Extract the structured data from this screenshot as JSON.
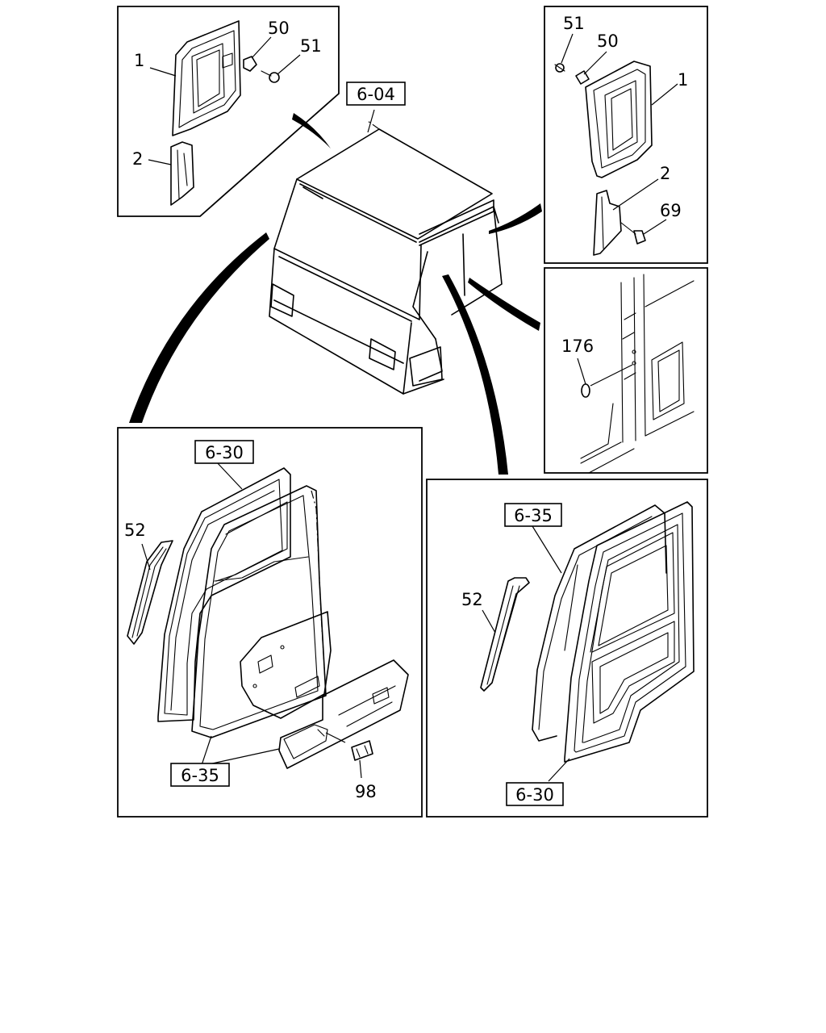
{
  "refs": {
    "cab_ref": "6-04",
    "door_left_top": "6-30",
    "door_left_bottom": "6-35",
    "door_right_top": "6-35",
    "door_right_bottom": "6-30"
  },
  "callouts": {
    "tl_1": "1",
    "tl_2": "2",
    "tl_50": "50",
    "tl_51": "51",
    "tr_51": "51",
    "tr_50": "50",
    "tr_1": "1",
    "tr_2": "2",
    "tr_69": "69",
    "mr_176": "176",
    "bl_52": "52",
    "bl_98": "98",
    "br_52": "52"
  }
}
